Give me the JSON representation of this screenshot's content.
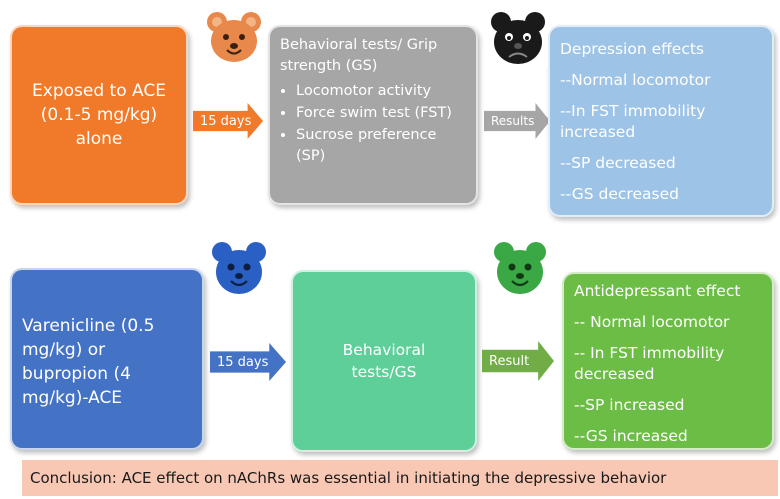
{
  "row1": {
    "box1": {
      "lines": [
        "Exposed to ACE",
        "(0.1-5 mg/kg)",
        "alone"
      ],
      "color": "#f07a2a"
    },
    "arrow1": {
      "label": "15 days",
      "color": "#f07a2a"
    },
    "box2": {
      "title": "Behavioral tests/ Grip strength (GS)",
      "items": [
        "Locomotor activity",
        "Force swim test (FST)",
        "Sucrose preference (SP)"
      ],
      "color": "#a6a6a6"
    },
    "arrow2": {
      "label": "Results",
      "color": "#a6a6a6"
    },
    "box3": {
      "title": "Depression effects",
      "lines": [
        "--Normal locomotor",
        "--In FST immobility increased",
        "--SP  decreased",
        "--GS  decreased"
      ],
      "color": "#9dc3e6"
    }
  },
  "row2": {
    "box1": {
      "text": "Varenicline (0.5 mg/kg) or bupropion (4 mg/kg)-ACE",
      "color": "#4472c4"
    },
    "arrow1": {
      "label": "15 days",
      "color": "#4472c4"
    },
    "box2": {
      "lines": [
        "Behavioral",
        "tests/GS"
      ],
      "color": "#5fcf9a"
    },
    "arrow2": {
      "label": "Result",
      "color": "#70ad47"
    },
    "box3": {
      "title": "Antidepressant effect",
      "lines": [
        "-- Normal locomotor",
        "-- In FST immobility decreased",
        "--SP increased",
        "--GS increased"
      ],
      "color": "#6cbd45"
    }
  },
  "conclusion": {
    "text": "Conclusion: ACE effect on nAChRs was essential in initiating the depressive behavior",
    "color": "#f8c8b4"
  },
  "icons": {
    "bear_orange": {
      "name": "happy-bear-icon",
      "color": "#e8884a"
    },
    "bear_black": {
      "name": "sad-bear-icon",
      "color": "#1a1a1a"
    },
    "bear_blue": {
      "name": "happy-bear-icon",
      "color": "#2a5fc4"
    },
    "bear_green": {
      "name": "happy-bear-icon",
      "color": "#3aa845"
    }
  }
}
